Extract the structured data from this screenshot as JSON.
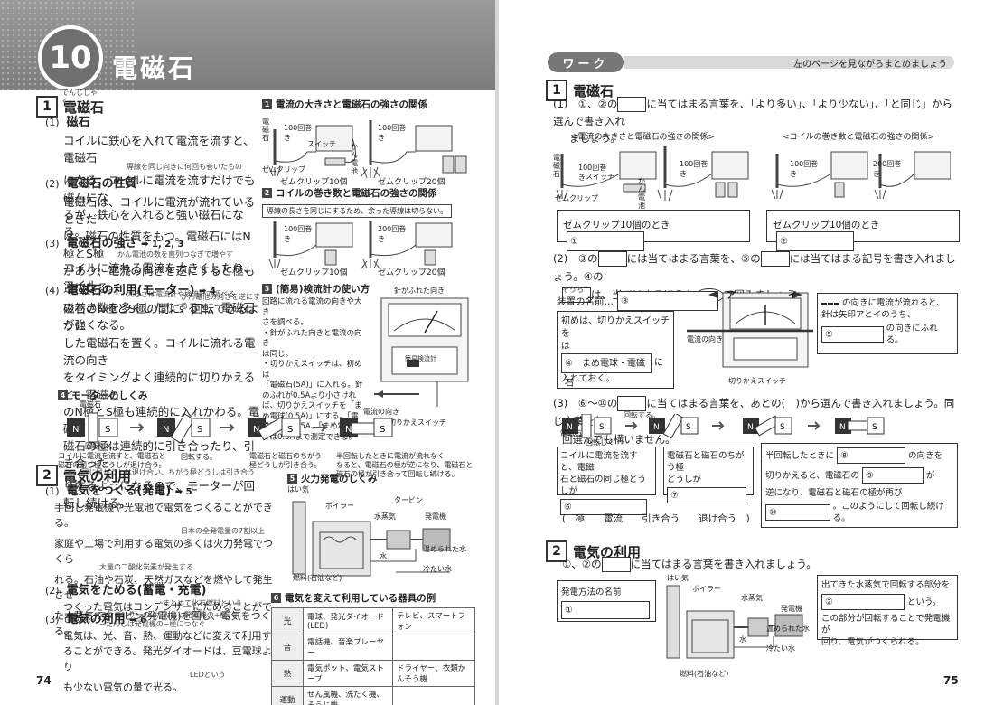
{
  "left": {
    "chapter_number": "10",
    "chapter_title": "電磁石",
    "s1": {
      "num": "1",
      "title": "電磁石",
      "ruby": "でんじしゃく",
      "p1_num": "(1)",
      "p1_title": "磁石",
      "p1_lines": [
        "コイルに鉄心を入れて電流を流すと、電磁石",
        "になる。コイルに電流を流すだけでも磁石にな",
        "るが、鉄心を入れると強い磁石になる。"
      ],
      "p1_anno": "導線を同じ向きに何回も巻いたもの",
      "p2_num": "(2)",
      "p2_title": "電磁石の性質",
      "p2_lines": [
        "電磁石は、コイルに電流が流れているときだ",
        "け、磁石の性質をもつ。電磁石にはN極とS極",
        "があり、電流の向きを逆にすると極も逆になる。"
      ],
      "p2_anno": "かん電池の向きを逆にする",
      "p3_num": "(3)",
      "p3_title": "電磁石の強さ",
      "p3_refs": "➡ 1, 2, 3",
      "p3_anno1": "かん電池の数を直列つなぎで増やす",
      "p3_anno2": "大きさは電流計や検流計で調べる",
      "p3_lines": [
        "コイルに流れる電流を大きくしたり、コイル",
        "の巻き数を多くしたりすると、電磁石が強くなる。"
      ],
      "p4_num": "(4)",
      "p4_title": "電磁石の利用(モーター)",
      "p4_refs": "➡ 4",
      "p4_lines": [
        "磁石のN極とS極の間に、回転できるように",
        "した電磁石を置く。コイルに流れる電流の向き",
        "をタイミングよく連続的に切りかえると、電磁石",
        "のN極とS極も連続的に入れかわる。電磁石と",
        "磁石の極は連続的に引き合ったり、引き合った",
        "りするようになるので、モーターが回転し続ける。"
      ],
      "p4_anno": "同じ極どうしは退け合い、ちがう極どうしは引き合う"
    },
    "fig1": {
      "num": "1",
      "title": "電流の大きさと電磁石の強さの関係",
      "coil": "100回巻き",
      "magnet": "電磁石",
      "switch": "スイッチ",
      "battery": "かん電池",
      "clip": "ゼムクリップ",
      "cap_a": "ゼムクリップ10個",
      "cap_b": "ゼムクリップ20個"
    },
    "fig2": {
      "num": "2",
      "title": "コイルの巻き数と電磁石の強さの関係",
      "note": "導線の長さを同じにするため、余った導線は切らない。",
      "coil_a": "100回巻き",
      "coil_b": "200回巻き",
      "cap_a": "ゼムクリップ10個",
      "cap_b": "ゼムクリップ20個"
    },
    "fig3": {
      "num": "3",
      "title": "(簡易)検流計の使い方",
      "needle": "針がふれた向き",
      "lines": [
        "回路に流れる電流の向きや大き",
        "さを調べる。",
        "・針がふれた向きと電流の向き",
        "は同じ。",
        "・切りかえスイッチは、初めは",
        "「電磁石(5A)」に入れる。針",
        "のふれが0.5Aより小さけれ",
        "ば、切りかえスイッチを「ま",
        "め電球(0.5A)」にする。「電",
        "磁石」では5A、「まめ電球」",
        "では0.5Aまで測定できる。"
      ],
      "dir": "電流の向き",
      "switch": "切りかえスイッチ",
      "meter_name": "簡易検流計"
    },
    "fig4": {
      "num": "4",
      "title": "モーターのしくみ",
      "elec": "電磁石",
      "shaft": "回転じく",
      "cap1": [
        "コイルに電流を流すと、電磁石と",
        "磁石の同じ極どうしが退け合う。"
      ],
      "cap2": "回転する。",
      "cap3": [
        "電磁石と磁石のちがう",
        "極どうしが引き合う。"
      ],
      "cap4": [
        "半回転したときに電流が流れなく",
        "なると、電磁石の極が逆になり、電磁石と",
        "磁石の極が引き合って回転し続ける。"
      ]
    },
    "s2": {
      "num": "2",
      "title": "電気の利用",
      "p1_num": "(1)",
      "p1_title": "電気をつくる(発電)",
      "p1_refs": "➡ 5",
      "p1_lines": [
        "手回し発電機や光電池で電気をつくることができる。",
        "家庭や工場で利用する電気の多くは火力発電でつくら",
        "れる。石油や石炭、天然ガスなどを燃やして発生させ",
        "た水蒸気でタービン(発電機)を回し、電気をつくる。"
      ],
      "p1_anno1": "日本の全発電量の7割以上",
      "p1_anno2": "大量の二酸化炭素が発生する",
      "p1_anno3": "まとめて化石燃料という",
      "p2_num": "(2)",
      "p2_title": "電気をためる(蓄電・充電)",
      "p2_lines": [
        "つくった電気はコンデンサーにためることがで",
        "きる。"
      ],
      "p2_anno1": "コンデンサーの+たんしは発電機の+極、",
      "p2_anno2": "−たんしは発電機の−極につなぐ",
      "p3_num": "(3)",
      "p3_title": "電気の利用",
      "p3_refs": "➡ 6",
      "p3_lines": [
        "電気は、光、音、熱、運動などに変えて利用す",
        "ることができる。発光ダイオードは、豆電球より",
        "も少ない電気の量で光る。"
      ],
      "p3_anno": "LEDという"
    },
    "fig5": {
      "num": "5",
      "title": "火力発電のしくみ",
      "steam": "はい気",
      "boiler": "ボイラー",
      "turbine": "タービン",
      "vapor": "水蒸気",
      "gen": "発電機",
      "warm": "温められた水",
      "water": "水",
      "cold": "冷たい水",
      "fuel": "燃料(石油など)"
    },
    "fig6": {
      "num": "6",
      "title": "電気を変えて利用している器具の例",
      "rows": [
        [
          "光",
          "電球、発光ダイオード(LED)",
          "テレビ、スマートフォン"
        ],
        [
          "音",
          "電話機、音楽プレーヤー",
          ""
        ],
        [
          "熱",
          "電気ポット、電気ストーブ",
          "ドライヤー、衣類かんそう機"
        ],
        [
          "運動",
          "せん風機、洗たく機、そうじ機",
          ""
        ]
      ]
    },
    "page_number": "74"
  },
  "right": {
    "work_label": "ワーク",
    "work_sub": "左のページを見ながらまとめましょう",
    "s1": {
      "num": "1",
      "title": "電磁石"
    },
    "q1": {
      "num": "(1)",
      "text1": "①、②の",
      "text2": "に当てはまる言葉を、「より多い」、「より少ない」、「と同じ」から選んで書き入れ",
      "text3": "ましょう。",
      "fig_a": "<電流の大きさと電磁石の強さの関係>",
      "fig_b": "<コイルの巻き数と電磁石の強さの関係>",
      "coil100": "100回巻き",
      "coil200": "200回巻き",
      "magnet": "電磁石",
      "switch": "スイッチ",
      "battery": "かん電池",
      "clip": "ゼムクリップ",
      "ans_a_label": "ゼムクリップ10個のとき",
      "ans_a_num": "①",
      "ans_b_label": "ゼムクリップ10個のとき",
      "ans_b_num": "②"
    },
    "q2": {
      "num": "(2)",
      "t1": "③の",
      "t2": "には当てはまる言葉を、⑤の",
      "t3": "には当てはまる記号を書き入れましょう。④の",
      "t4": "は、当てはまるほうを",
      "t5": "で囲みましょう。",
      "ruby": "そうち",
      "dev": "装置の名前…",
      "dev_num": "③",
      "arrow_a": "ア",
      "arrow_b": "イ",
      "box_line1": "初めは、切りかえスイッチを",
      "box_line2": "は",
      "box_opt": "④　まめ電球・電磁石",
      "box_ni": "に",
      "box_line3": "入れておく。",
      "dir": "電流の向き",
      "switch": "切りかえスイッチ",
      "note_line1": "の向きに電流が流れると、",
      "note_line2": "針は矢印アとイのうち、",
      "note_num": "⑤",
      "note_tail": "の向きにふれる。"
    },
    "q3": {
      "num": "(3)",
      "t1": "⑥〜⑩の",
      "t2": "に当てはまる言葉を、あとの(　)から選んで書き入れましょう。同じ言葉を何",
      "t3": "回選んでも構いません。",
      "rotate": "回転する。",
      "elec": "電磁石",
      "shaft": "回転じく",
      "b1_line1": "コイルに電流を流すと、電磁",
      "b1_line2": "石と磁石の同じ極どうしが",
      "b1_num": "⑥",
      "b2_line1": "電磁石と磁石のちがう極",
      "b2_line2": "どうしが",
      "b2_num": "⑦",
      "b3_line1": "半回転したときに",
      "b3_num1": "⑧",
      "b3_tail1": "の向きを",
      "b3_line2": "切りかえると、電磁石の",
      "b3_num2": "⑨",
      "b3_ga": "が",
      "b3_line3": "逆になり、電磁石と磁石の極が再び",
      "b3_num3": "⑩",
      "b3_tail3": "。このようにして回転し続ける。",
      "choices": "(　極　　電流　　引き合う　　退け合う　)"
    },
    "s2": {
      "num": "2",
      "title": "電気の利用",
      "t1": "①、②の",
      "t2": "に当てはまる言葉を書き入れましょう。",
      "gen_method": "発電方法の名前",
      "ans1": "①",
      "note_line1": "出てきた水蒸気で回転する部分を",
      "ans2": "②",
      "note_tail": "という。",
      "note_line2": "この部分が回転することで発電機が",
      "note_line3": "回り、電気がつくられる。",
      "steam": "はい気",
      "boiler": "ボイラー",
      "vapor": "水蒸気",
      "gen": "発電機",
      "warm": "温められた水",
      "water": "水",
      "cold": "冷たい水",
      "fuel": "燃料(石油など)"
    },
    "page_number": "75"
  }
}
